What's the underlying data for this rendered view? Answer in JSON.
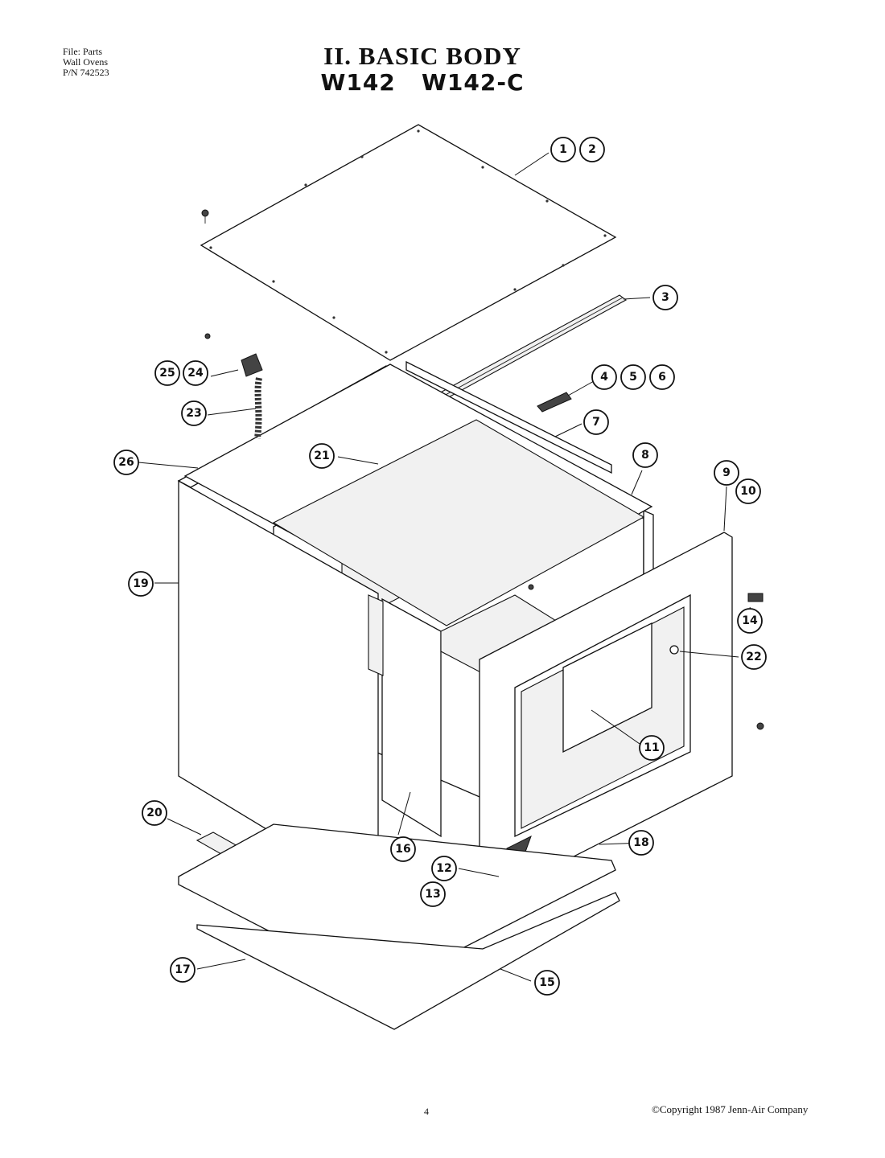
{
  "header": {
    "file_info": [
      "File: Parts",
      "Wall Ovens",
      "P/N 742523"
    ],
    "title_line1": "II. BASIC BODY",
    "title_line2": "W142   W142-C"
  },
  "callouts": [
    "1",
    "2",
    "3",
    "4",
    "5",
    "6",
    "7",
    "8",
    "9",
    "10",
    "11",
    "12",
    "13",
    "14",
    "15",
    "16",
    "17",
    "18",
    "19",
    "20",
    "21",
    "22",
    "23",
    "24",
    "25",
    "26"
  ],
  "footer": {
    "page_number": "4",
    "copyright": "©Copyright 1987 Jenn-Air Company"
  }
}
